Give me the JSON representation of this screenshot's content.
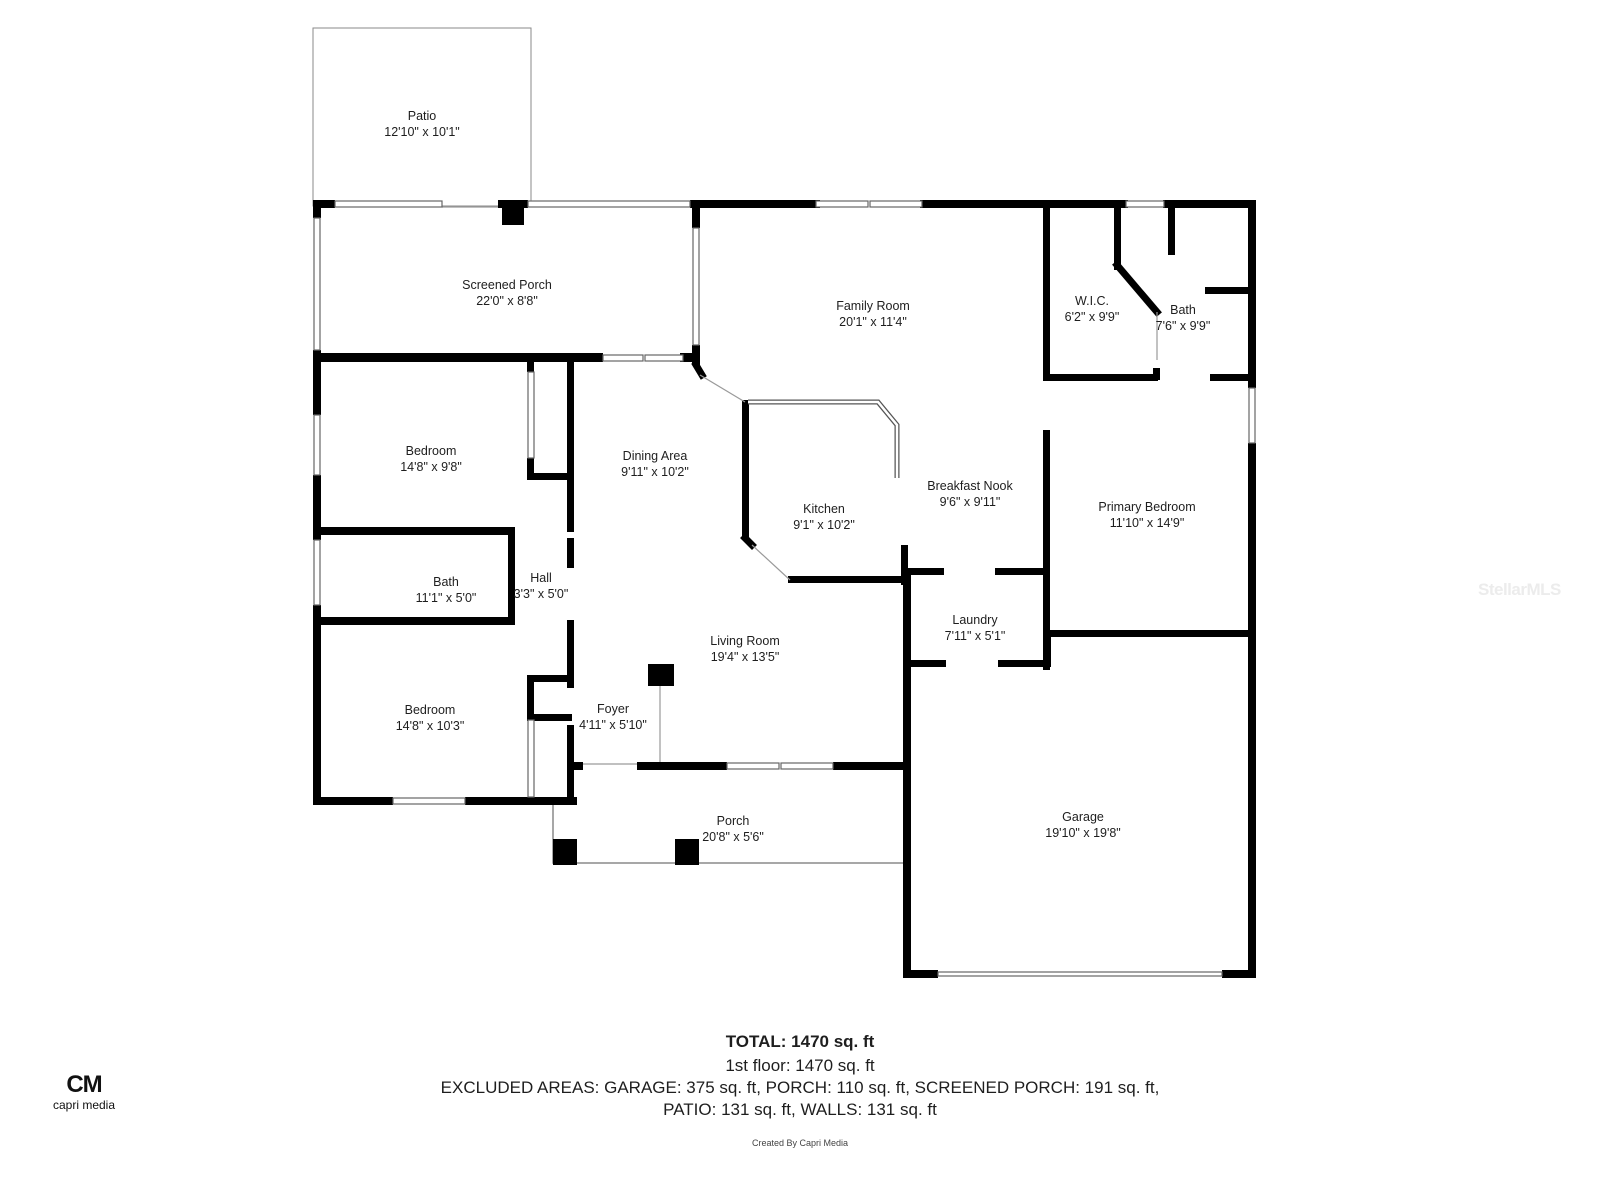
{
  "floorplan": {
    "rooms": [
      {
        "name": "Patio",
        "dims": "12'10\" x 10'1\""
      },
      {
        "name": "Screened Porch",
        "dims": "22'0\" x 8'8\""
      },
      {
        "name": "Family Room",
        "dims": "20'1\" x 11'4\""
      },
      {
        "name": "W.I.C.",
        "dims": "6'2\" x 9'9\""
      },
      {
        "name": "Bath",
        "dims": "7'6\" x 9'9\""
      },
      {
        "name": "Bedroom",
        "dims": "14'8\" x 9'8\""
      },
      {
        "name": "Dining Area",
        "dims": "9'11\" x 10'2\""
      },
      {
        "name": "Kitchen",
        "dims": "9'1\" x 10'2\""
      },
      {
        "name": "Breakfast Nook",
        "dims": "9'6\" x 9'11\""
      },
      {
        "name": "Primary Bedroom",
        "dims": "11'10\" x 14'9\""
      },
      {
        "name": "Bath",
        "dims": "11'1\" x 5'0\""
      },
      {
        "name": "Hall",
        "dims": "3'3\" x 5'0\""
      },
      {
        "name": "Living Room",
        "dims": "19'4\" x 13'5\""
      },
      {
        "name": "Laundry",
        "dims": "7'11\" x 5'1\""
      },
      {
        "name": "Bedroom",
        "dims": "14'8\" x 10'3\""
      },
      {
        "name": "Foyer",
        "dims": "4'11\" x 5'10\""
      },
      {
        "name": "Porch",
        "dims": "20'8\" x 5'6\""
      },
      {
        "name": "Garage",
        "dims": "19'10\" x 19'8\""
      }
    ],
    "colors": {
      "wall": "#000000",
      "window": "#ffffff",
      "outline": "#8a8a8a",
      "background": "#ffffff"
    }
  },
  "summary": {
    "total": "TOTAL: 1470 sq. ft",
    "floor": "1st floor: 1470 sq. ft",
    "excluded_line1": "EXCLUDED AREAS: GARAGE: 375 sq. ft, PORCH: 110 sq. ft, SCREENED PORCH: 191 sq. ft,",
    "excluded_line2": "PATIO: 131 sq. ft, WALLS: 131 sq. ft",
    "credit": "Created By Capri Media"
  },
  "branding": {
    "logo_mark": "CM",
    "logo_text": "capri media",
    "watermark": "StellarMLS"
  }
}
